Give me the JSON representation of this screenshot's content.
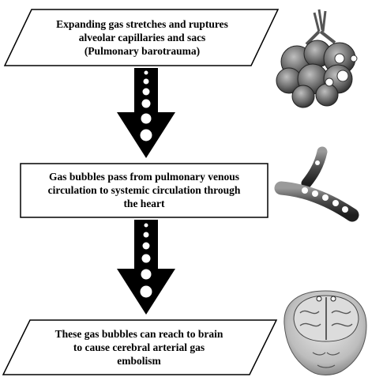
{
  "steps": [
    {
      "lines": [
        "Expanding gas stretches and ruptures",
        "alveolar capillaries and sacs",
        "(Pulmonary barotrauma)"
      ]
    },
    {
      "lines": [
        "Gas bubbles pass from pulmonary venous",
        "circulation to systemic circulation through",
        "the heart"
      ]
    },
    {
      "lines": [
        "These gas bubbles can reach to brain",
        "to cause cerebral arterial gas",
        "embolism"
      ]
    }
  ],
  "illustrations": {
    "top": "lungs-alveoli-illustration",
    "middle": "blood-vessel-with-bubbles-illustration",
    "bottom": "human-brain-head-illustration"
  },
  "colors": {
    "arrow": "#000000",
    "bubble": "#ffffff",
    "box_border": "#000000"
  }
}
